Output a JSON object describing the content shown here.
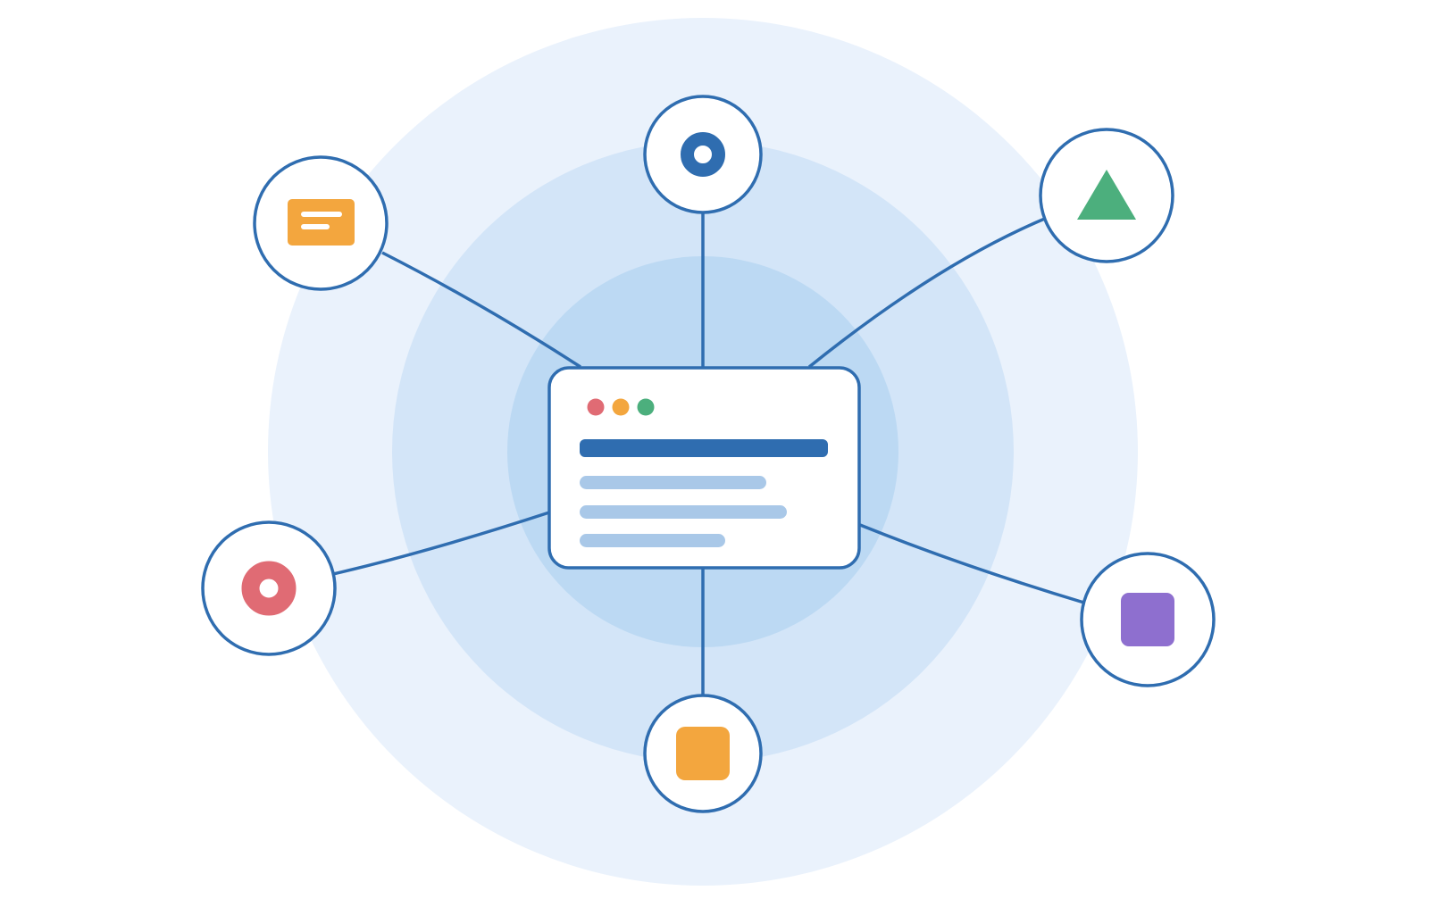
{
  "colors": {
    "ring_outer": "#EAF2FC",
    "ring_middle": "#D3E5F8",
    "ring_inner": "#BCD9F3",
    "line": "#2F6DB0",
    "node_fill": "#FFFFFF",
    "window_fill": "#FFFFFF",
    "title_bar": "#2F6DB0",
    "text_line": "#A9C8E8",
    "dot_red": "#E06B74",
    "dot_orange": "#F3A63E",
    "dot_green": "#4CAF7D"
  },
  "center_window": {
    "window_dots": [
      "red",
      "orange",
      "green"
    ],
    "text_lines": 3
  },
  "nodes": [
    {
      "id": "top",
      "icon": "blue-ring-icon",
      "color": "#2F6DB0"
    },
    {
      "id": "top-left",
      "icon": "orange-message-card-icon",
      "color": "#F3A63E"
    },
    {
      "id": "top-right",
      "icon": "green-triangle-icon",
      "color": "#4CAF7D"
    },
    {
      "id": "left",
      "icon": "red-ring-icon",
      "color": "#E06B74"
    },
    {
      "id": "right",
      "icon": "purple-square-icon",
      "color": "#8E6FCF"
    },
    {
      "id": "bottom",
      "icon": "orange-square-icon",
      "color": "#F3A63E"
    }
  ]
}
